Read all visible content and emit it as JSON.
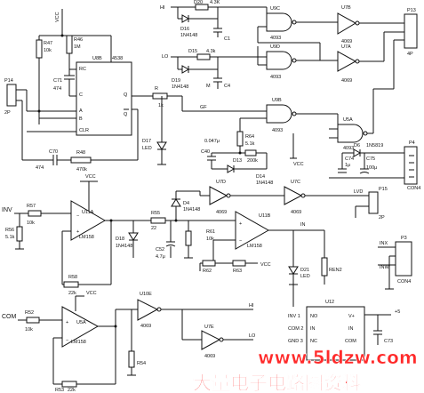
{
  "labels": {
    "vcc_top": "VCC",
    "r47": "R47",
    "r47v": "10k",
    "r46": "R46",
    "r46v": "1M",
    "c71": "C71",
    "c71v": "474",
    "u8b": "U8B",
    "ic4538": "4538",
    "pin_rc": "RC",
    "pin_c": "C",
    "pin_a": "A",
    "pin_b": "B",
    "pin_clr": "CLR",
    "pin_q": "Q",
    "pin_qb": "Q",
    "p14": "P14",
    "p14v": "2P",
    "c70": "C70",
    "c70v": "474",
    "r48": "R48",
    "r48v": "470k",
    "r": "R",
    "r_val": "1k",
    "d17": "D17",
    "d17v": "LED",
    "hi1": "HI",
    "d20": "D20",
    "d20v": "4.3K",
    "d16": "D16",
    "d16v": "1N4148",
    "c1": "C1",
    "u9c": "U9C",
    "u9c_ic": "4093",
    "u9d": "U9D",
    "u9d_ic": "4093",
    "u7b": "U7B",
    "u7b_ic": "4069",
    "u7a": "U7A",
    "u7a_ic": "4069",
    "p13": "P13",
    "p13v": "4P",
    "lo1": "LO",
    "d15": "D15",
    "d15v": "4.3k",
    "d19": "D19",
    "d19v": "1N4148",
    "c4": "C4",
    "gf": "GF",
    "u9b": "U9B",
    "u9b_ic": "4093",
    "u5a": "U5A",
    "u5a_ic": "4093",
    "r64": "R64",
    "r64v": "5.1k",
    "c40": "C40",
    "c40v": "0.047μ",
    "d13": "D13",
    "d13v": "200k",
    "d14": "D14",
    "d14v": "1N4148",
    "vcc_mid": "VCC",
    "d6": "D6",
    "d6v": "1N5819",
    "c74": "C74",
    "c74v": "1μ",
    "c75": "C75",
    "c75v": "100μ",
    "p4": "P4",
    "p4v": "CON4",
    "u7d": "U7D",
    "u7d_ic": "4069",
    "u7c": "U7C",
    "u7c_ic": "4069",
    "p15": "P15",
    "p15v": "2P",
    "lvd": "LVD",
    "vcc_left": "VCC",
    "inv": "INV",
    "r57": "R57",
    "r57v": "10k",
    "r56": "R56",
    "r56v": "5.1k",
    "u11a": "U11A",
    "lm158a": "LM158",
    "d18": "D18",
    "d18v": "1N4148",
    "r58": "R58",
    "r58v": "22k",
    "d4": "D4",
    "d4v": "1N4148",
    "r55": "R55",
    "r55v": "22",
    "c52": "C52",
    "c52v": "4.7μ",
    "r61": "R61",
    "r61v": "10k",
    "u11b": "U11B",
    "lm158b": "LM158",
    "in1": "IN",
    "d21": "D21",
    "d21v": "LED",
    "ren2": "REN2",
    "r62": "R62",
    "r63": "R63",
    "vcc_r63": "VCC",
    "p3": "P3",
    "inx": "INX",
    "inw": "INW",
    "con4b": "CON4",
    "vcc_low": "VCC",
    "com": "COM",
    "r52": "R52",
    "r52v": "10k",
    "u5a2": "U5A",
    "lm158c": "LM158",
    "u10e": "U10E",
    "u10e_ic": "4069",
    "hi2": "HI",
    "u7e": "U7E",
    "u7e_ic": "4069",
    "lo2": "LO",
    "r54": "R54",
    "r53": "R53",
    "r53v": "22k",
    "u12": "U12",
    "inv1": "INV 1",
    "com2": "COM 2",
    "gnd3": "GND 3",
    "pin_no": "NO",
    "pin_in": "IN",
    "pin_nc": "NC",
    "pin_v": "V+",
    "pin_in2": "IN",
    "pin_com": "COM",
    "plus5": "+5",
    "c73": "C73"
  },
  "watermark": {
    "url": "www.5ldzw.com",
    "site": "大量电子电路图资料"
  }
}
